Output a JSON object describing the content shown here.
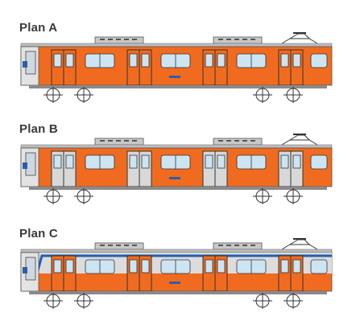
{
  "plans": [
    {
      "label": "Plan A",
      "body_color": "#f06b1f",
      "door_color": "#f06b1f",
      "stripe": false
    },
    {
      "label": "Plan B",
      "body_color": "#f06b1f",
      "door_color": "#d8d8d8",
      "stripe": false
    },
    {
      "label": "Plan C",
      "body_color": "#f06b1f",
      "door_color": "#f06b1f",
      "stripe": true,
      "upper_color": "#dcdcdc",
      "stripe_color": "#1f5fb0"
    }
  ]
}
